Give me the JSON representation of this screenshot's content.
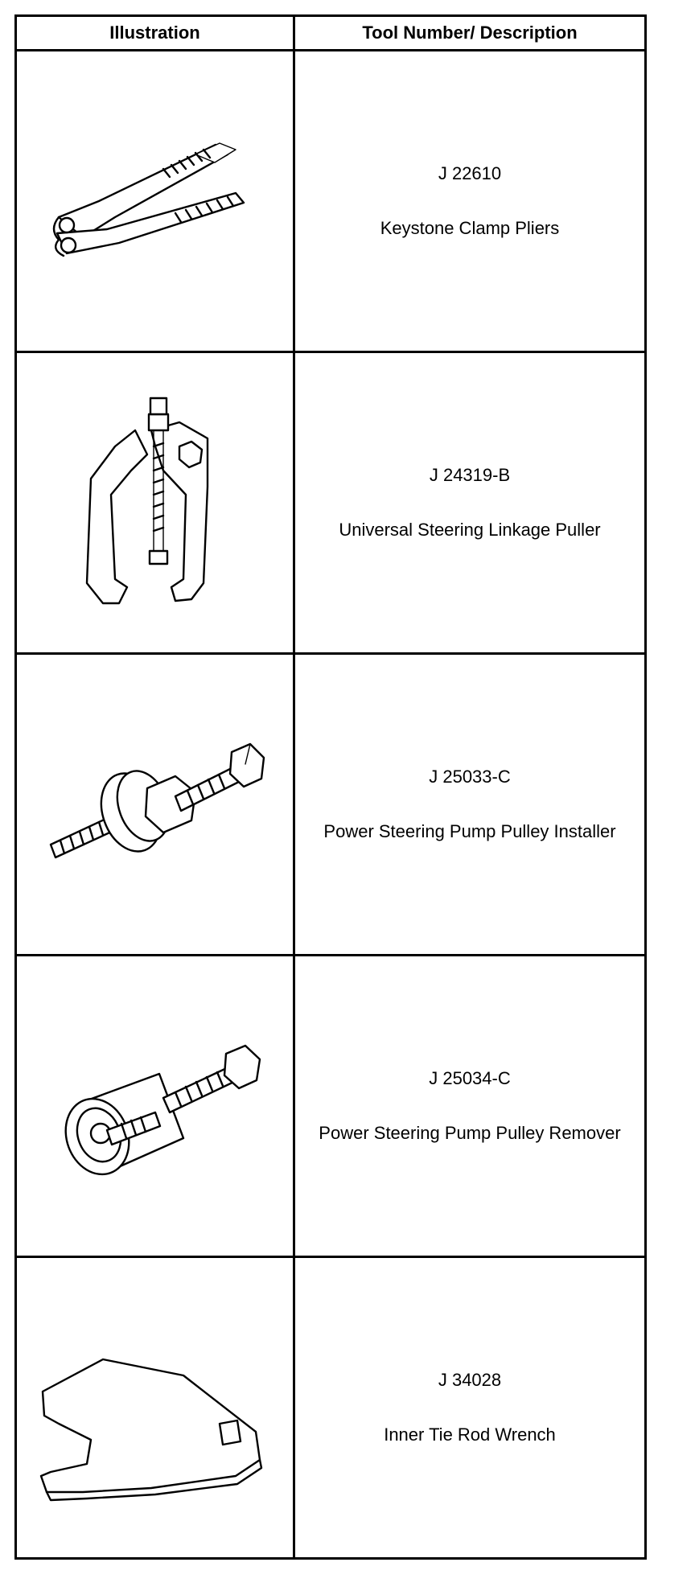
{
  "table": {
    "headers": {
      "illustration": "Illustration",
      "description": "Tool Number/ Description"
    },
    "rows": [
      {
        "number": "J 22610",
        "name": "Keystone Clamp Pliers",
        "icon": "pliers-icon"
      },
      {
        "number": "J 24319-B",
        "name": "Universal Steering Linkage Puller",
        "icon": "puller-icon"
      },
      {
        "number": "J 25033-C",
        "name": "Power Steering Pump Pulley Installer",
        "icon": "pulley-installer-icon"
      },
      {
        "number": "J 25034-C",
        "name": "Power Steering Pump Pulley Remover",
        "icon": "pulley-remover-icon"
      },
      {
        "number": "J 34028",
        "name": "Inner Tie Rod Wrench",
        "icon": "wrench-icon"
      }
    ]
  }
}
